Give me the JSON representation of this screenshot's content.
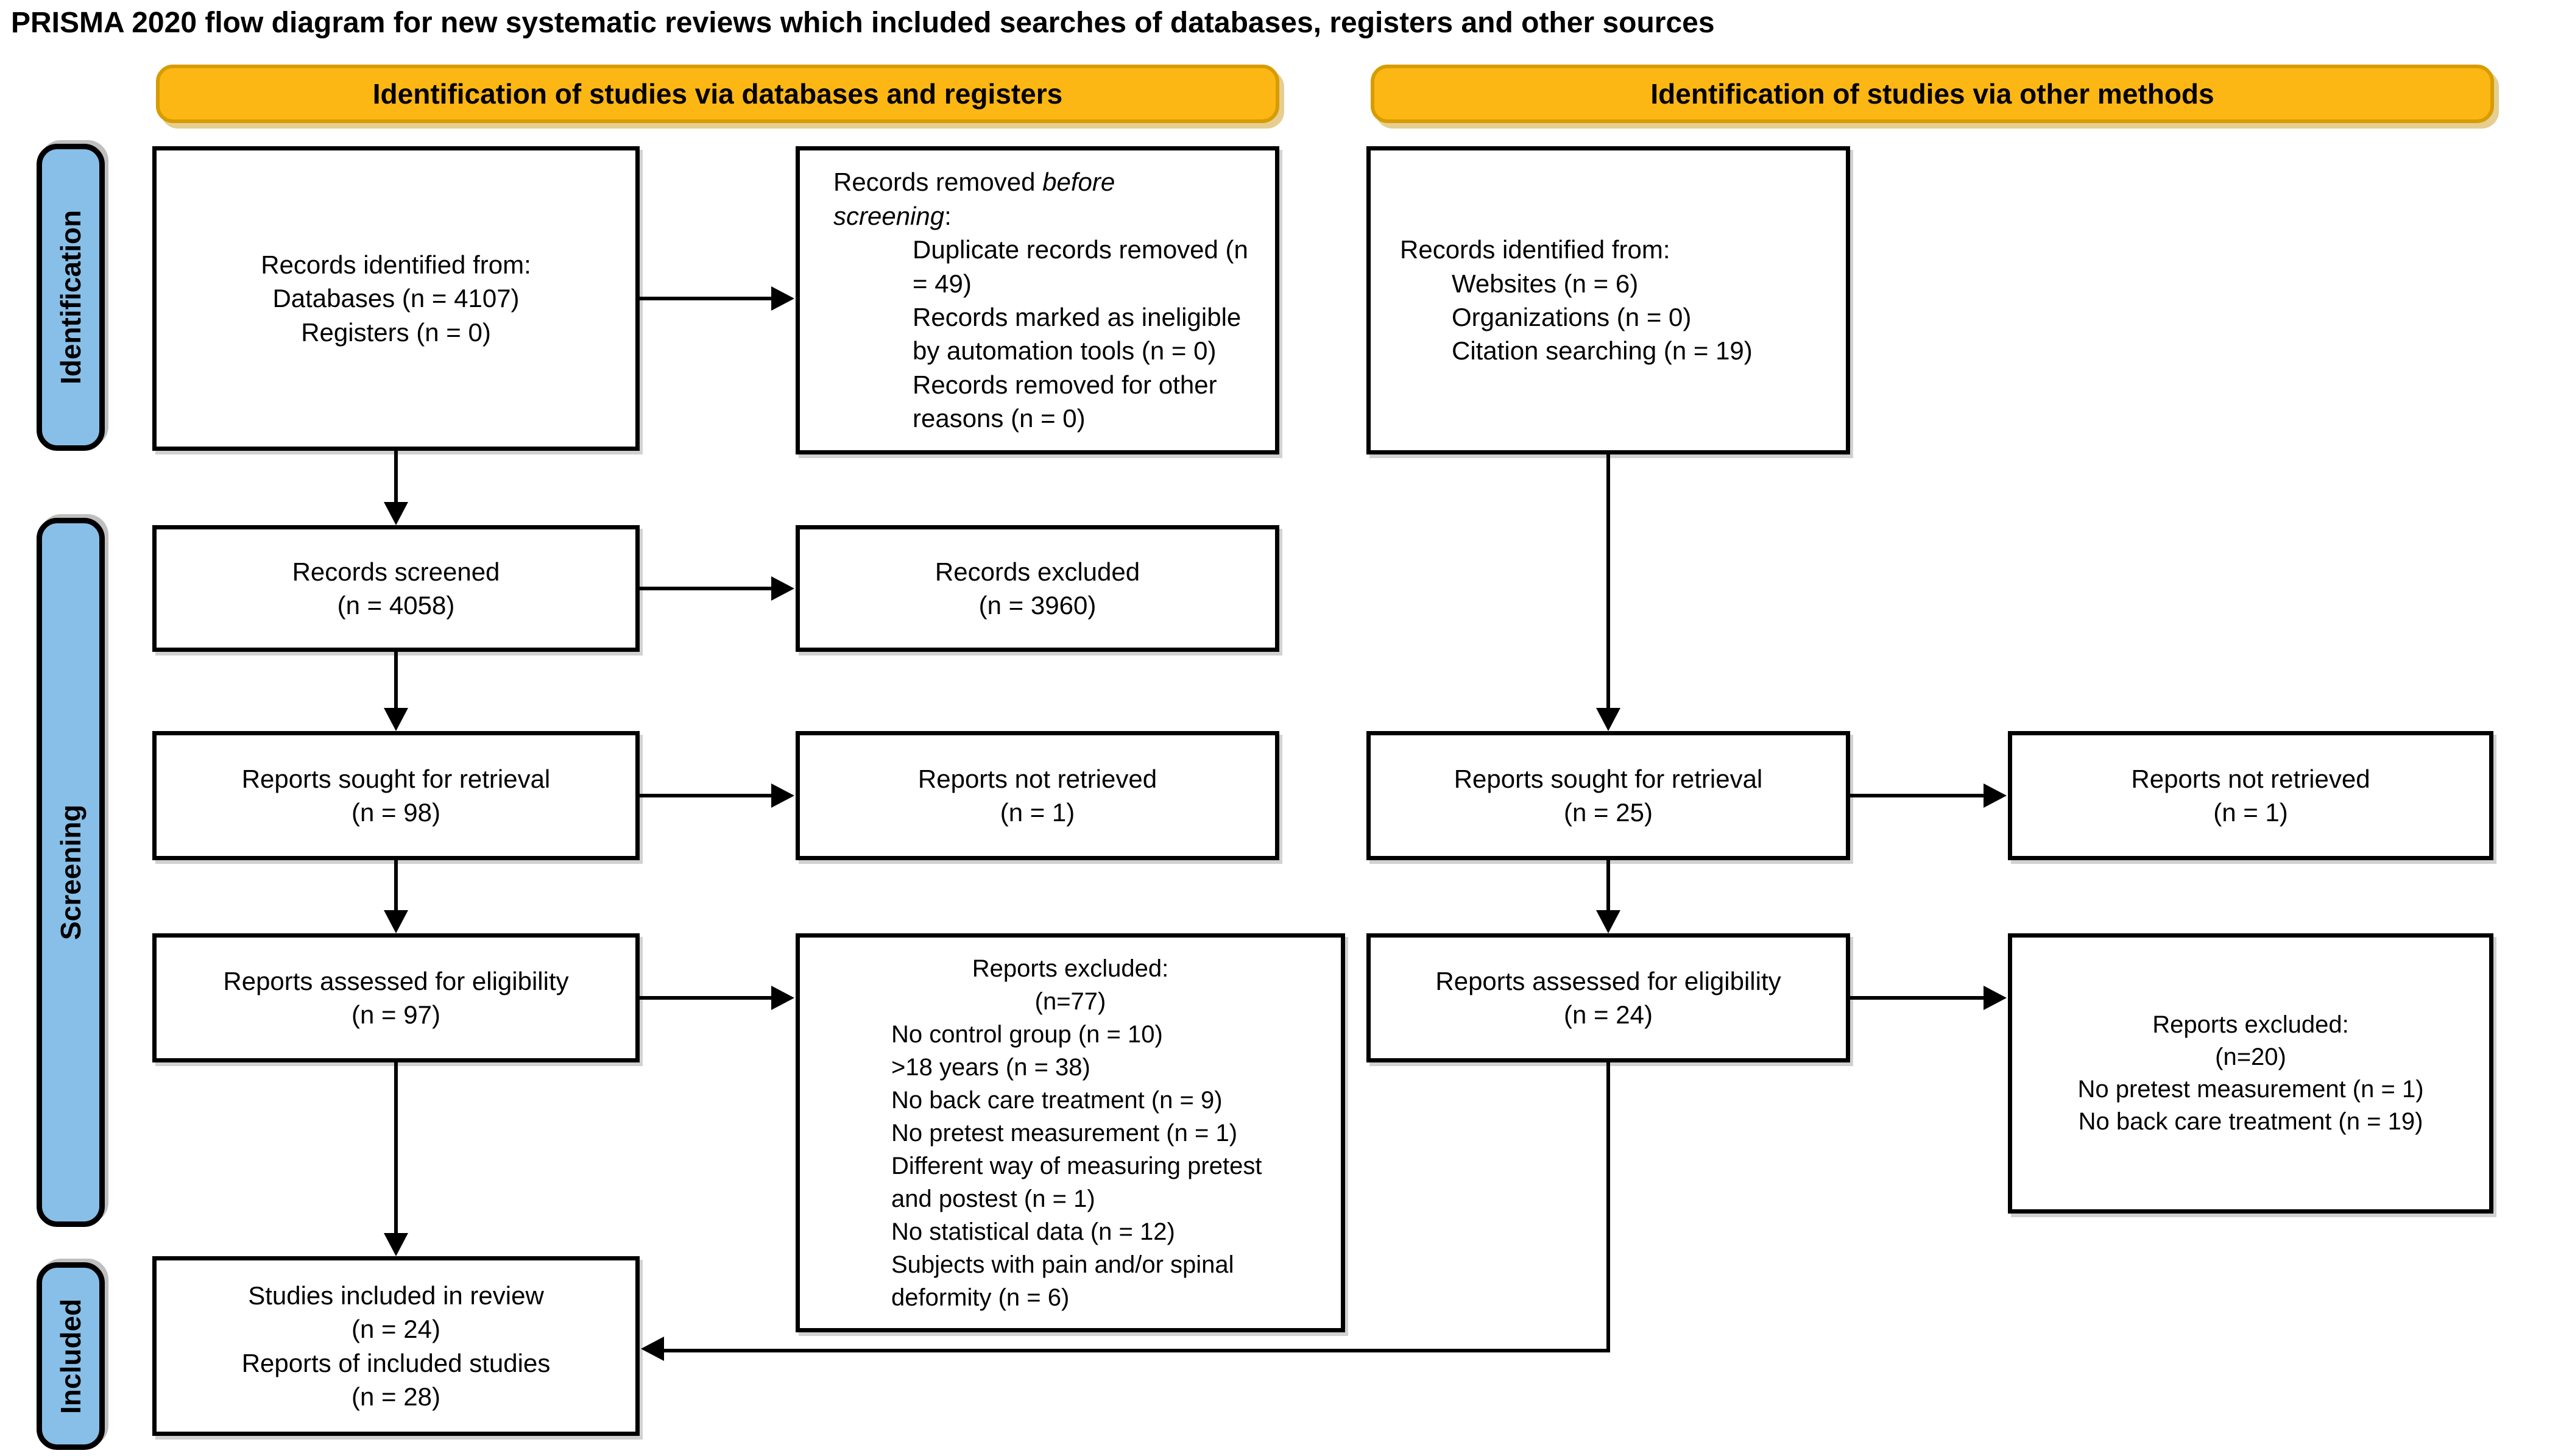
{
  "title": "PRISMA 2020 flow diagram for new systematic reviews which included searches of databases, registers and other sources",
  "colors": {
    "header_fill": "#FDB714",
    "header_border": "#D69C00",
    "stage_fill": "#87BFE8",
    "line_color": "#000000"
  },
  "headers": {
    "databases": "Identification of studies via databases and registers",
    "other": "Identification of studies via other methods"
  },
  "stages": {
    "identification": "Identification",
    "screening": "Screening",
    "included": "Included"
  },
  "boxes": {
    "db_identified": {
      "line1": "Records identified from:",
      "line2": "Databases (n = 4107)",
      "line3": "Registers (n = 0)"
    },
    "records_removed": {
      "heading_pre": "Records removed ",
      "heading_italic": "before\nscreening",
      "heading_post": ":",
      "item1": "Duplicate records removed (n = 49)",
      "item2": "Records marked as ineligible by automation tools (n = 0)",
      "item3": "Records removed for other reasons (n = 0)"
    },
    "other_identified": {
      "line1": "Records identified from:",
      "line2": "Websites (n = 6)",
      "line3": "Organizations (n = 0)",
      "line4": "Citation searching (n = 19)"
    },
    "records_screened": {
      "line1": "Records screened",
      "line2": "(n = 4058)"
    },
    "records_excluded": {
      "line1": "Records excluded",
      "line2": "(n = 3960)"
    },
    "reports_sought_db": {
      "line1": "Reports sought for retrieval",
      "line2": "(n = 98)"
    },
    "reports_not_retrieved_db": {
      "line1": "Reports not retrieved",
      "line2": "(n = 1)"
    },
    "reports_sought_other": {
      "line1": "Reports sought for retrieval",
      "line2": "(n = 25)"
    },
    "reports_not_retrieved_other": {
      "line1": "Reports not retrieved",
      "line2": "(n = 1)"
    },
    "reports_assessed_db": {
      "line1": "Reports assessed for eligibility",
      "line2": "(n = 97)"
    },
    "reports_excluded_db": {
      "heading1": "Reports excluded:",
      "heading2": "(n=77)",
      "item1": "No control group (n = 10)",
      "item2": ">18 years (n = 38)",
      "item3": "No back care treatment (n = 9)",
      "item4": "No pretest measurement (n = 1)",
      "item5": "Different way of measuring pretest and postest (n = 1)",
      "item6": "No statistical data (n = 12)",
      "item7": "Subjects with pain and/or spinal deformity (n = 6)"
    },
    "reports_assessed_other": {
      "line1": "Reports assessed for eligibility",
      "line2": "(n = 24)"
    },
    "reports_excluded_other": {
      "heading1": "Reports excluded:",
      "heading2": "(n=20)",
      "item1": "No pretest measurement (n = 1)",
      "item2": "No back care treatment (n = 19)"
    },
    "included": {
      "line1": "Studies included in review",
      "line2": "(n = 24)",
      "line3": "Reports of included studies",
      "line4": "(n = 28)"
    }
  }
}
